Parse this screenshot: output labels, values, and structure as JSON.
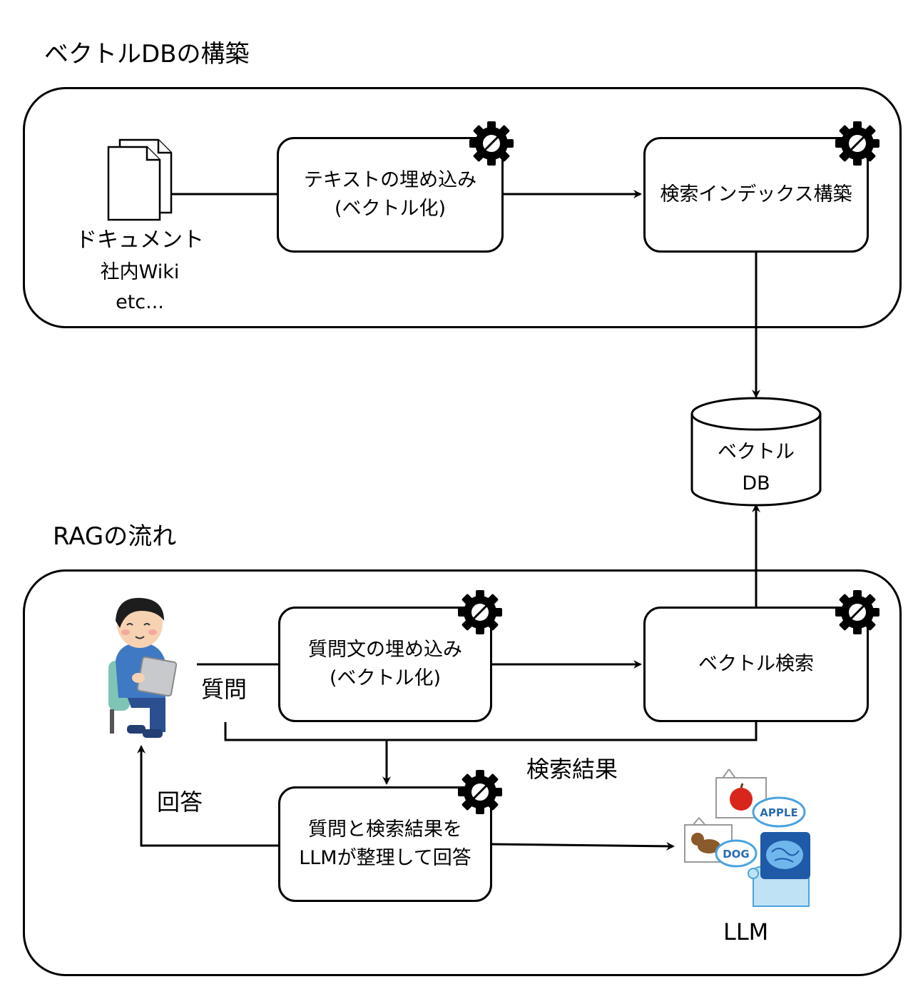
{
  "section1": {
    "title": "ベクトルDBの構築",
    "documents": [
      "ドキュメント",
      "社内Wiki",
      "etc..."
    ],
    "embed_box": [
      "テキストの埋め込み",
      "(ベクトル化)"
    ],
    "index_box": [
      "検索インデックス構築"
    ],
    "db": [
      "ベクトル",
      "DB"
    ]
  },
  "section2": {
    "title": "RAGの流れ",
    "question_label": "質問",
    "query_embed_box": [
      "質問文の埋め込み",
      "(ベクトル化)"
    ],
    "vector_search_box": [
      "ベクトル検索"
    ],
    "search_result_label": "検索結果",
    "answer_box": [
      "質問と検索結果を",
      "LLMが整理して回答"
    ],
    "answer_label": "回答",
    "llm_label": "LLM",
    "llm_illustration_words": [
      "APPLE",
      "DOG"
    ]
  }
}
